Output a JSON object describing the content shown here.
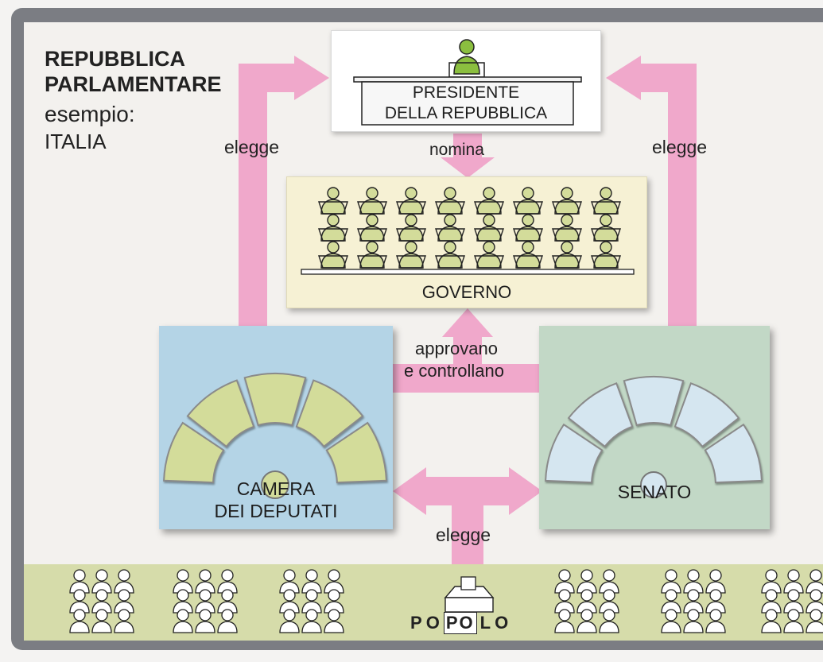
{
  "title": {
    "line1": "REPUBBLICA",
    "line2": "PARLAMENTARE",
    "line3": "esempio:",
    "line4": "ITALIA"
  },
  "nodes": {
    "presidente": {
      "line1": "PRESIDENTE",
      "line2": "DELLA REPUBBLICA"
    },
    "governo": {
      "label": "GOVERNO"
    },
    "camera": {
      "line1": "CAMERA",
      "line2": "DEI DEPUTATI"
    },
    "senato": {
      "label": "SENATO"
    },
    "popolo": {
      "letters": [
        "P",
        "O",
        "P",
        "O",
        "L",
        "O"
      ]
    }
  },
  "edges": {
    "elegge_left": "elegge",
    "elegge_right": "elegge",
    "nomina": "nomina",
    "approvano": "approvano",
    "controllano": "e controllano",
    "elegge_bottom": "elegge"
  },
  "colors": {
    "arrow": "#f0a8cb",
    "frame": "#7b7d83",
    "camera_bg": "#b4d4e6",
    "senato_bg": "#c2d8c6",
    "governo_bg": "#f6f1d4",
    "popolo_bg": "#d6dcaa",
    "seat_green": "#d3dc9a",
    "seat_blue": "#d5e6f0"
  }
}
